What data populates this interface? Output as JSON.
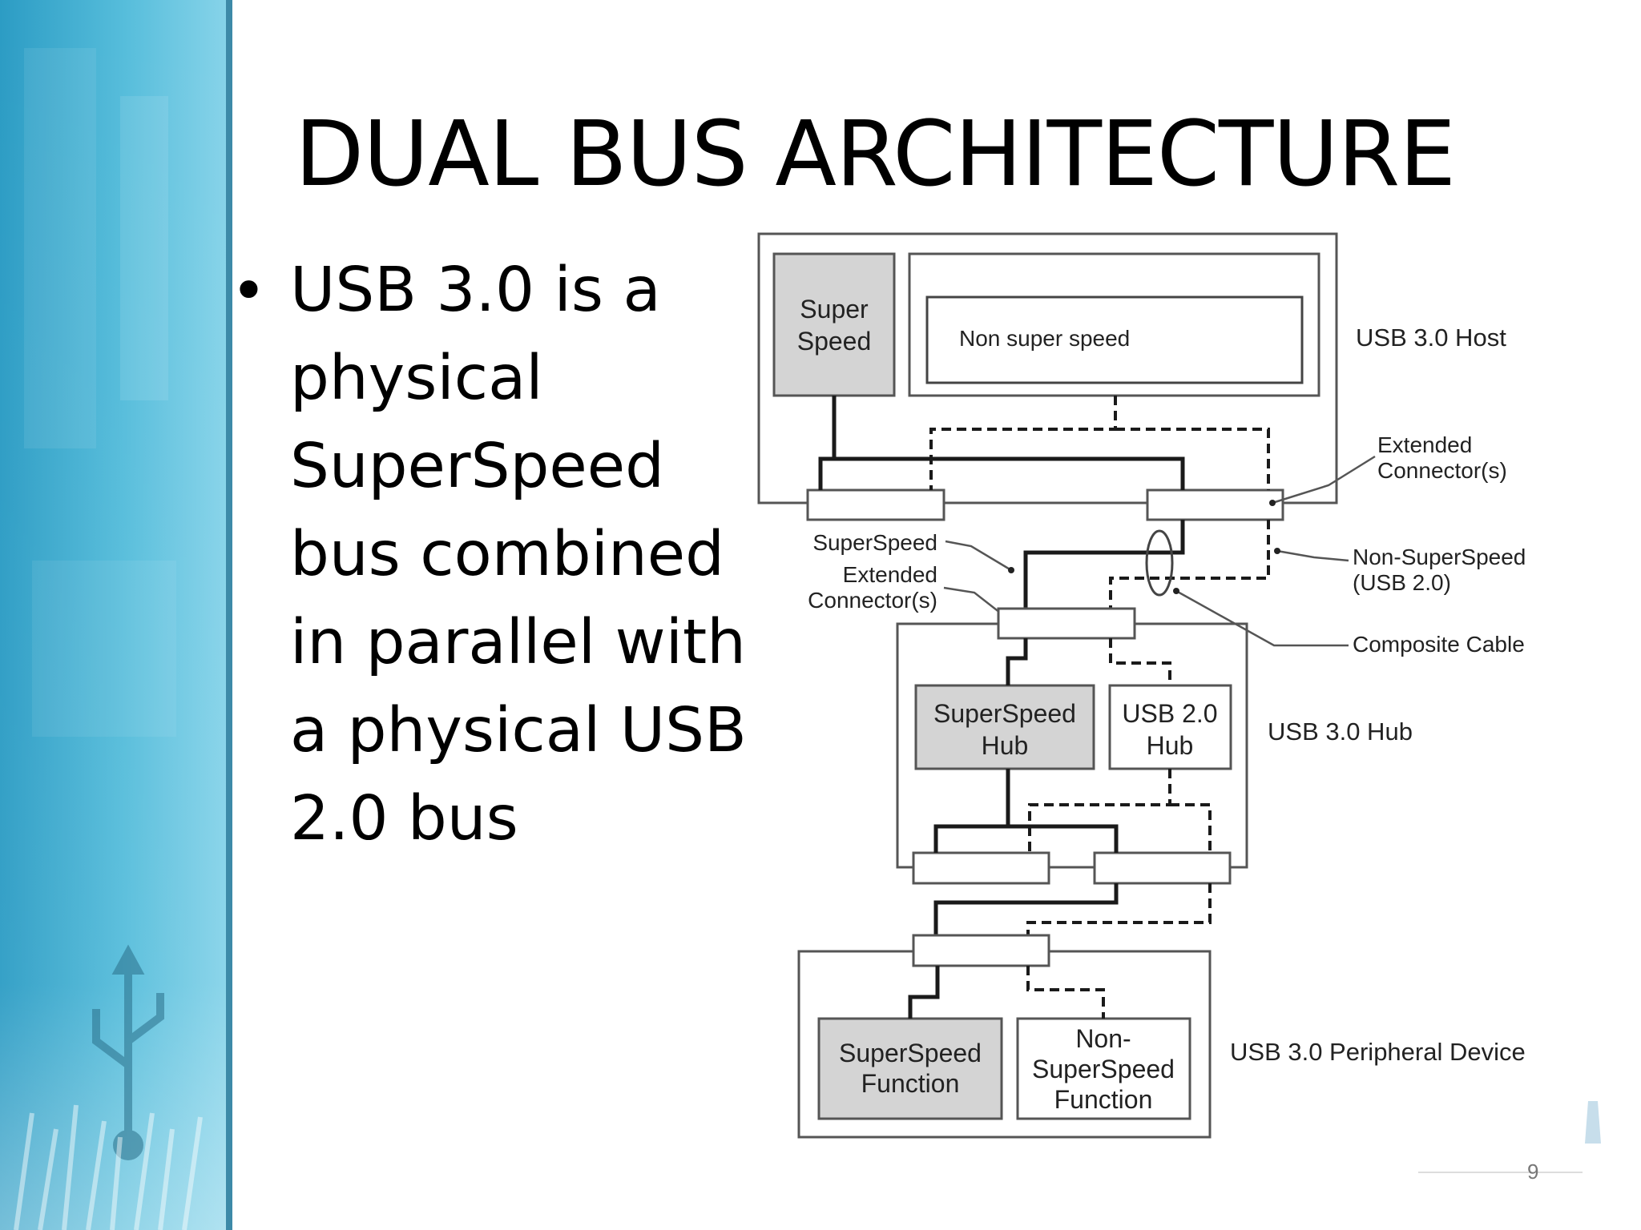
{
  "slide": {
    "title": "DUAL BUS ARCHITECTURE",
    "bullet_lines": [
      "USB 3.0 is a",
      "physical",
      "SuperSpeed",
      "bus combined",
      "in parallel with",
      "a physical USB",
      "2.0 bus"
    ],
    "page_number": "9"
  },
  "diagram": {
    "host": {
      "super_speed_box": [
        "Super",
        "Speed"
      ],
      "non_super_speed_box": "Non super speed",
      "label": "USB 3.0 Host"
    },
    "callouts": {
      "extended_connectors_right": [
        "Extended",
        "Connector(s)"
      ],
      "superspeed_left": [
        "SuperSpeed",
        "Extended",
        "Connector(s)"
      ],
      "non_superspeed": [
        "Non-SuperSpeed",
        "(USB 2.0)"
      ],
      "composite_cable": "Composite Cable"
    },
    "hub": {
      "superspeed_hub": [
        "SuperSpeed",
        "Hub"
      ],
      "usb2_hub": [
        "USB 2.0",
        "Hub"
      ],
      "label": "USB 3.0 Hub"
    },
    "device": {
      "superspeed_function": [
        "SuperSpeed",
        "Function"
      ],
      "non_superspeed_function": [
        "Non-",
        "SuperSpeed",
        "Function"
      ],
      "label": "USB 3.0 Peripheral Device"
    },
    "colors": {
      "shaded_box": "#d4d4d4",
      "line": "#1a1a1a",
      "sidebar": "#3aa7c9"
    }
  }
}
